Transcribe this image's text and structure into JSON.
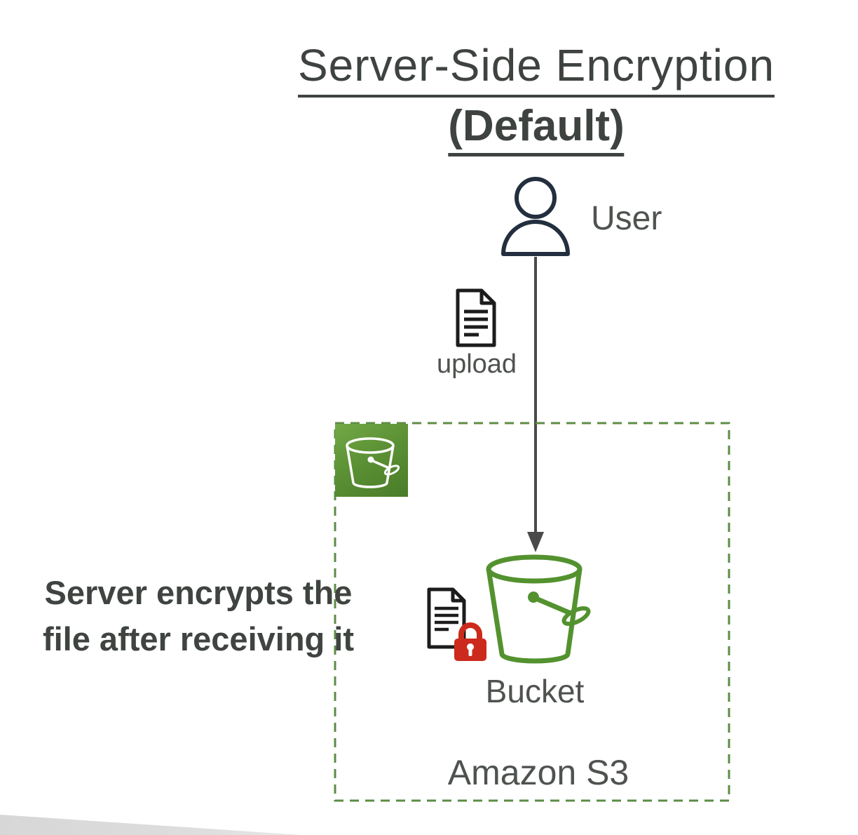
{
  "title": {
    "line1": "Server-Side Encryption",
    "line2": "(Default)"
  },
  "user": {
    "label": "User"
  },
  "upload": {
    "label": "upload"
  },
  "annotation": {
    "line1": "Server encrypts the",
    "line2": "file after receiving it"
  },
  "s3": {
    "bucket_label": "Bucket",
    "service_label": "Amazon S3"
  },
  "icons": {
    "user": "user-icon",
    "upload_document": "document-icon",
    "down_arrow": "down-arrow-icon",
    "s3_service": "s3-service-icon",
    "encrypted_document": "encrypted-document-icon",
    "lock": "lock-icon",
    "bucket": "bucket-icon"
  },
  "colors": {
    "title_text": "#3e4340",
    "label_text": "#4f534f",
    "annotation_text": "#3f4441",
    "user_icon": "#232f3e",
    "arrow": "#4a4a4a",
    "document_stroke": "#1c1c1c",
    "lock_red": "#cc2a1c",
    "bucket_green": "#53922f",
    "dashed_border": "#5d8c46",
    "s3_icon_gradient_start": "#73a946",
    "s3_icon_gradient_end": "#497c28",
    "corner_wedge": "#d7d7d7"
  }
}
